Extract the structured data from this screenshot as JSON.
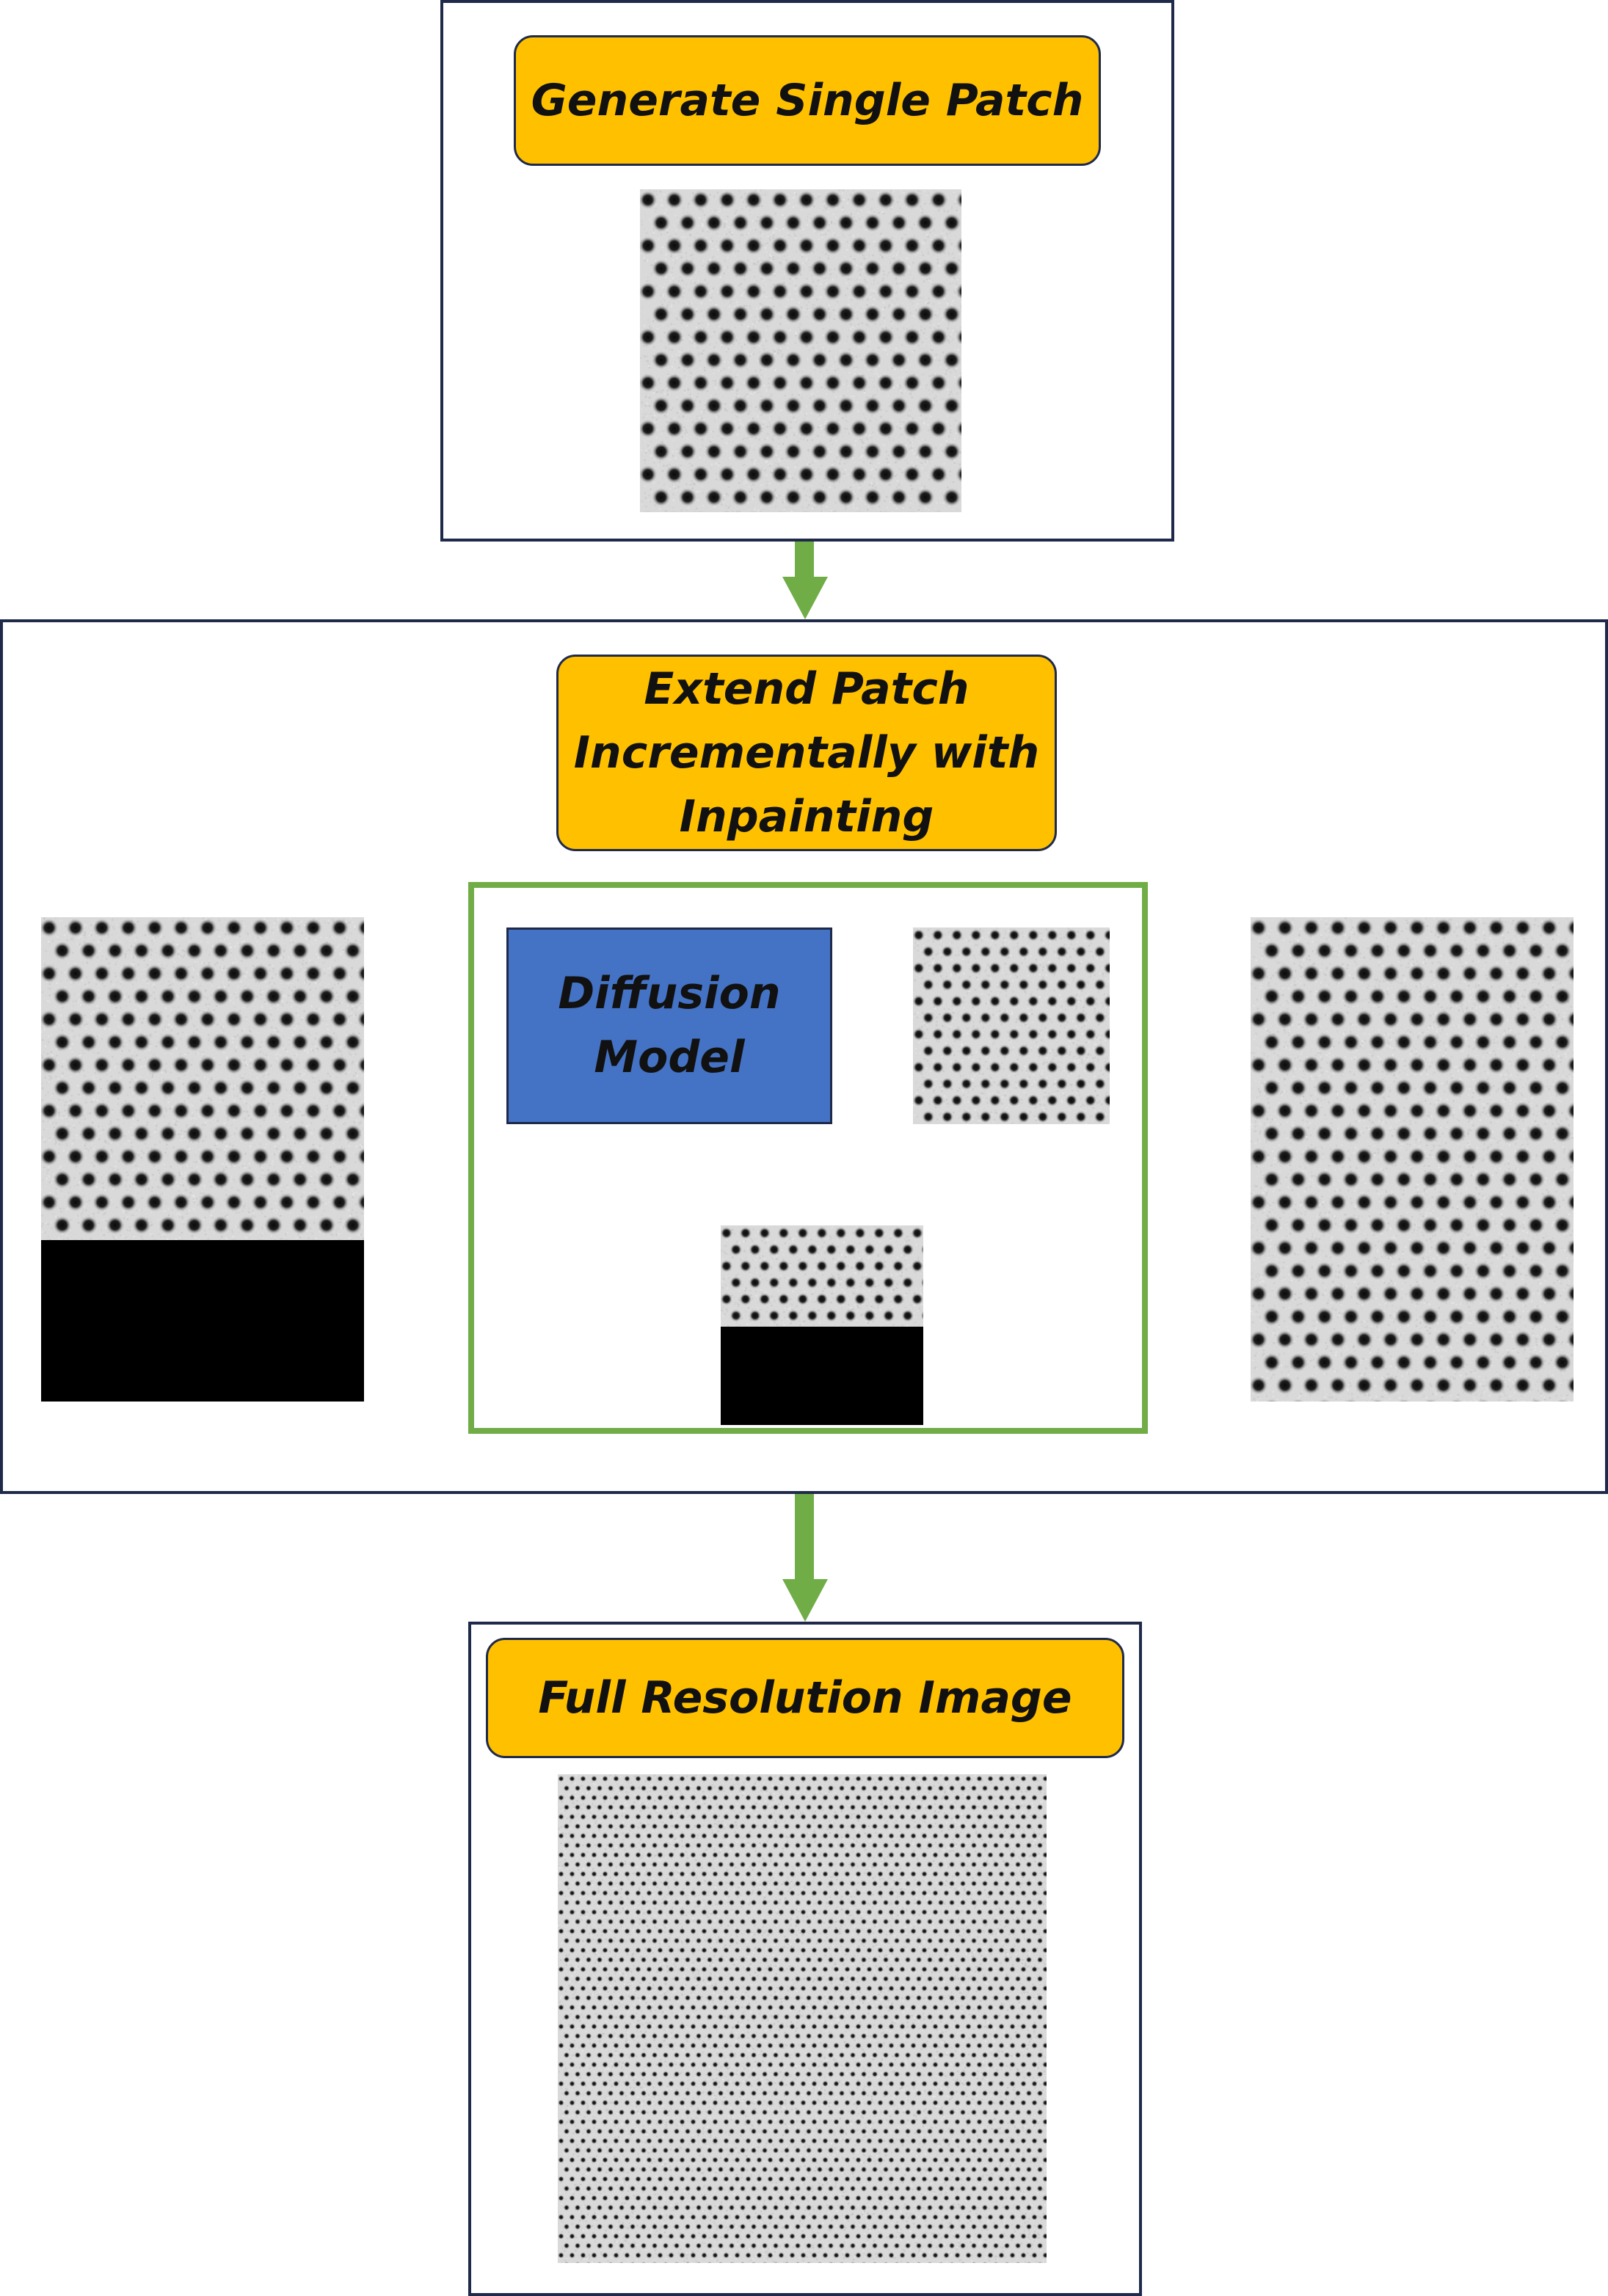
{
  "stages": {
    "single_patch": {
      "title": "Generate Single Patch"
    },
    "extend": {
      "title": "Extend Patch\nIncrementally with\nInpainting"
    },
    "full": {
      "title": "Full Resolution Image"
    }
  },
  "model": {
    "label": "Diffusion\nModel"
  },
  "colors": {
    "frame_border": "#1f2a4a",
    "title_fill": "#ffc000",
    "stage_arrow": "#70ad47",
    "flow_arrow": "#ffc000",
    "model_fill": "#4472c4",
    "inner_frame": "#70ad47",
    "mask": "#000000",
    "patch_background": "#d9d9d9",
    "dot": "#111111"
  }
}
